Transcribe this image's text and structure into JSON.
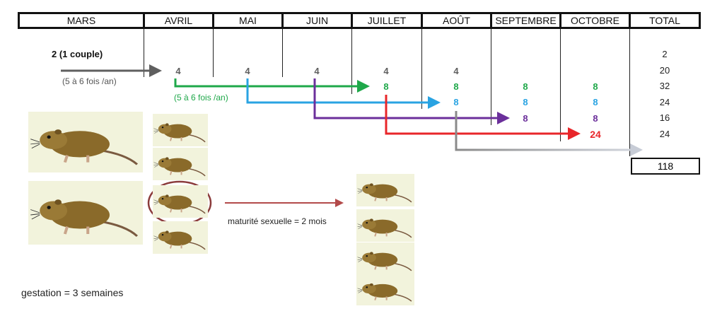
{
  "header": {
    "months": [
      "MARS",
      "AVRIL",
      "MAI",
      "JUIN",
      "JUILLET",
      "AOÛT",
      "SEPTEMBRE",
      "OCTOBRE"
    ],
    "total_label": "TOTAL"
  },
  "start": {
    "label": "2 (1 couple)",
    "frequency": "(5 à 6 fois /an)"
  },
  "second_frequency": "(5 à 6 fois /an)",
  "row_values": {
    "gray": [
      "4",
      "4",
      "4",
      "4",
      "4"
    ],
    "green": [
      "8",
      "8",
      "8",
      "8"
    ],
    "blue": [
      "8",
      "8",
      "8"
    ],
    "purple": [
      "8",
      "8"
    ],
    "red": [
      "24"
    ]
  },
  "totals": [
    "2",
    "20",
    "32",
    "24",
    "16",
    "24"
  ],
  "grand_total": "118",
  "maturity_label": "maturité sexuelle = 2 mois",
  "gestation_label": "gestation = 3 semaines",
  "colors": {
    "gray": "#5f5f5f",
    "green": "#1fa84a",
    "blue": "#29a3e2",
    "purple": "#6b2f9b",
    "red": "#e8262a",
    "lightgray": "#c7ccd6",
    "maroon": "#b34a4a",
    "circle": "#8b3b3b",
    "rat_bg": "#f2f3dc",
    "rat_body": "#8a6a2a"
  },
  "icons": [
    "rat-illustration"
  ]
}
